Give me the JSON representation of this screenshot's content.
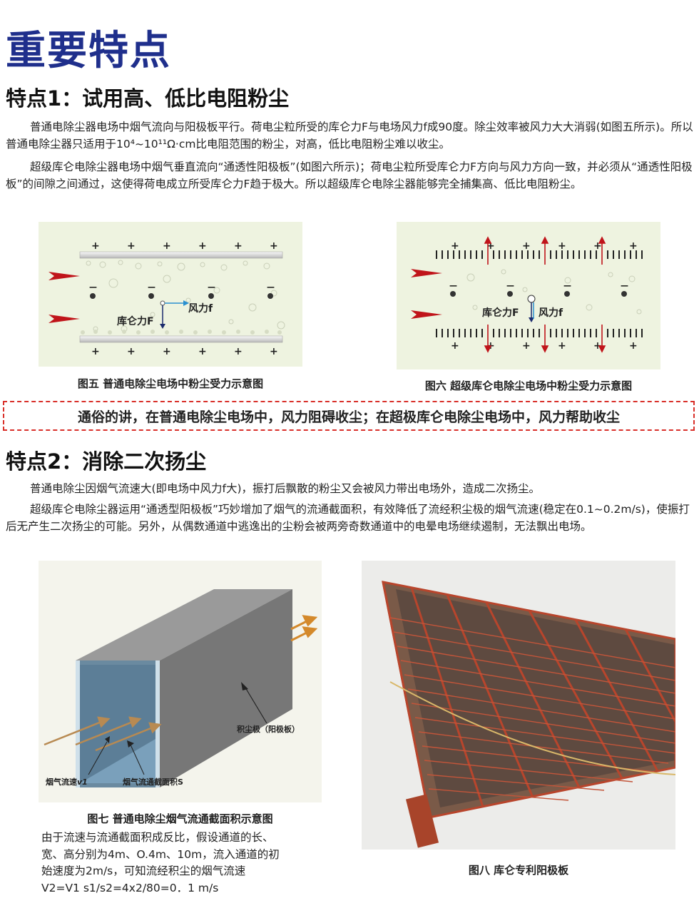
{
  "page": {
    "title": "重要特点"
  },
  "feature1": {
    "heading": "特点1：试用高、低比电阻粉尘",
    "para1": "普通电除尘器电场中烟气流向与阳极板平行。荷电尘粒所受的库仑力F与电场风力f成90度。除尘效率被风力大大消弱(如图五所示)。所以普通电除尘器只适用于10⁴~10¹¹Ω·cm比电阻范围的粉尘，对高，低比电阻粉尘难以收尘。",
    "para2": "超级库仑电除尘器电场中烟气垂直流向“通透性阳极板”(如图六所示)；荷电尘粒所受库仑力F方向与风力方向一致，并必须从“通透性阳极板”的间隙之间通过，这使得荷电成立所受库仑力F趋于极大。所以超级库仑电除尘器能够完全捕集高、低比电阻粉尘。",
    "fig5": {
      "caption": "图五 普通电除尘电场中粉尘受力示意图",
      "label_coulomb": "库仑力F",
      "label_wind": "风力f"
    },
    "fig6": {
      "caption": "图六 超级库仑电除尘电场中粉尘受力示意图",
      "label_coulomb": "库仑力F",
      "label_wind": "风力f"
    },
    "banner": "通俗的讲，在普通电除尘电场中，风力阻碍收尘；在超极库仑电除尘电场中，风力帮助收尘"
  },
  "feature2": {
    "heading": "特点2：消除二次扬尘",
    "para1": "普通电除尘因烟气流速大(即电场中风力f大)，振打后飘散的粉尘又会被风力带出电场外，造成二次扬尘。",
    "para2": "超级库仑电除尘器运用“通透型阳极板”巧妙增加了烟气的流通截面积，有效降低了流经积尘极的烟气流速(稳定在0.1~0.2m/s)，使振打后无产生二次扬尘的可能。另外，从偶数通道中逃逸出的尘粉会被两旁奇数通道中的电晕电场继续遏制，无法飘出电场。",
    "fig7": {
      "caption": "图七 普通电除尘烟气流通截面积示意图",
      "label_plate": "积尘极（阳极板）",
      "label_speed": "烟气流速",
      "label_speed_var": "v1",
      "label_area": "烟气流通截面积S"
    },
    "fig8": {
      "caption": "图八 库仑专利阳极板"
    },
    "note_lines": [
      "由于流速与流通截面积成反比，假设通道的长、",
      "宽、高分别为4m、O.4m、10m，流入通道的初",
      "始速度为2m/s，可知流经积尘的烟气流速",
      "V2=V1 s1/s2=4x2/80=0．1 m/s"
    ]
  },
  "colors": {
    "title_blue": "#1f2f8c",
    "arrow_red": "#c0141a",
    "banner_border": "#d9302a",
    "figure_bg": "#eef3e0"
  }
}
